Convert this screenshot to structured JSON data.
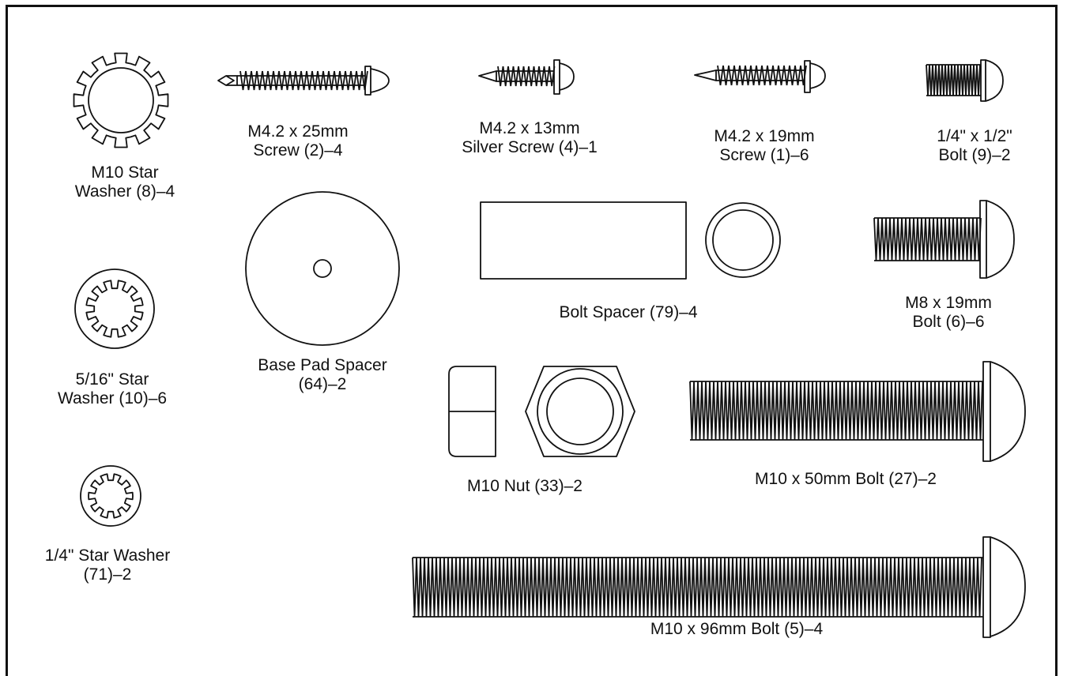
{
  "parts": {
    "star_washer_m10": {
      "line1": "M10 Star",
      "line2": "Washer (8)–4"
    },
    "screw_25": {
      "line1": "M4.2 x 25mm",
      "line2": "Screw (2)–4"
    },
    "screw_13": {
      "line1": "M4.2 x 13mm",
      "line2": "Silver Screw (4)–1"
    },
    "screw_19": {
      "line1": "M4.2 x 19mm",
      "line2": "Screw (1)–6"
    },
    "bolt_quarter": {
      "line1": "1/4\" x 1/2\"",
      "line2": "Bolt (9)–2"
    },
    "base_pad_spacer": {
      "line1": "Base Pad Spacer",
      "line2": "(64)–2"
    },
    "bolt_spacer": {
      "line1": "Bolt Spacer (79)–4"
    },
    "bolt_m8": {
      "line1": "M8 x 19mm",
      "line2": "Bolt (6)–6"
    },
    "star_washer_516": {
      "line1": "5/16\" Star",
      "line2": "Washer (10)–6"
    },
    "nut_m10": {
      "line1": "M10 Nut (33)–2"
    },
    "bolt_50": {
      "line1": "M10 x 50mm Bolt (27)–2"
    },
    "star_washer_quarter": {
      "line1": "1/4\" Star Washer",
      "line2": "(71)–2"
    },
    "bolt_96": {
      "line1": "M10 x 96mm Bolt (5)–4"
    }
  }
}
